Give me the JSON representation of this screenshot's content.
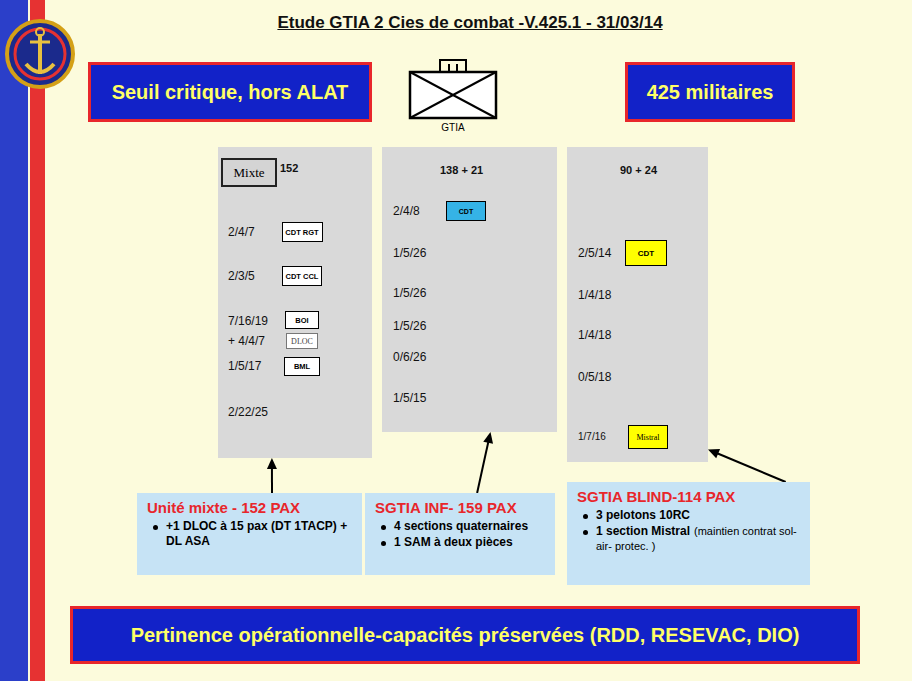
{
  "diagram": {
    "title": "Etude GTIA 2 Cies de combat -V.425.1 - 31/03/14",
    "nodes": [
      {
        "text": [
          "Seuil critique, hors ALAT"
        ]
      },
      {
        "text": [
          "GTIA"
        ]
      },
      {
        "text": [
          "425 militaires"
        ]
      },
      {
        "text": [
          "152",
          "2/4/7",
          "2/3/5",
          "7/16/19 + 4/4/7",
          "1/5/17",
          "2/22/25"
        ]
      },
      {
        "text": [
          "Mixte"
        ],
        "in": 3
      },
      {
        "text": [
          "CDT RGT"
        ],
        "in": 3
      },
      {
        "text": [
          "CDT CCL"
        ],
        "in": 3
      },
      {
        "text": [
          "BOI"
        ],
        "in": 3
      },
      {
        "text": [
          "DLOC"
        ],
        "in": 3
      },
      {
        "text": [
          "BML"
        ],
        "in": 3
      },
      {
        "text": [
          "138 + 21",
          "2/4/8",
          "1/5/26",
          "1/5/26",
          "1/5/26",
          "0/6/26",
          "1/5/15"
        ]
      },
      {
        "text": [
          "CDT"
        ],
        "in": 10
      },
      {
        "text": [
          "90 + 24",
          "2/5/14",
          "1/4/18",
          "1/4/18",
          "0/5/18",
          "1/7/16"
        ]
      },
      {
        "text": [
          "CDT"
        ],
        "in": 12
      },
      {
        "text": [
          "Mistral"
        ],
        "in": 12
      },
      {
        "text": [
          "Unité mixte - 152 PAX",
          "+1 DLOC à 15 pax (DT 1TACP) + DL ASA"
        ]
      },
      {
        "text": [
          "SGTIA INF- 159 PAX",
          "4 sections quaternaires",
          "1 SAM à deux pièces"
        ]
      },
      {
        "text": [
          "SGTIA BLIND-114 PAX",
          "3 pelotons 10RC",
          "1 section Mistral",
          "(maintien contrat sol-air- protec. )"
        ]
      },
      {
        "text": [
          "Pertinence opérationnelle-capacités préservées (RDD, RESEVAC, DIO)"
        ]
      }
    ],
    "edges": [
      {
        "from": 15,
        "to": 3,
        "arrow": "to"
      },
      {
        "from": 16,
        "to": 10,
        "arrow": "to"
      },
      {
        "from": 17,
        "to": 12,
        "arrow": "to"
      }
    ]
  }
}
